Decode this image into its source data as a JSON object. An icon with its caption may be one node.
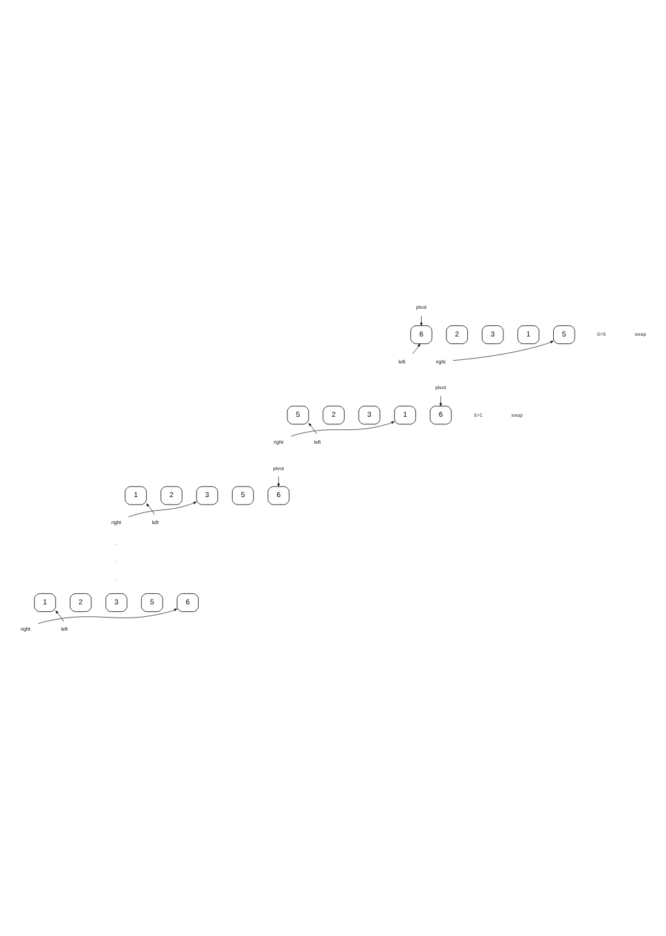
{
  "diagram": {
    "nodes": [
      {
        "text": [
          "pivot"
        ]
      },
      {
        "text": [
          "6"
        ]
      },
      {
        "text": [
          "2"
        ]
      },
      {
        "text": [
          "3"
        ]
      },
      {
        "text": [
          "1"
        ]
      },
      {
        "text": [
          "5"
        ]
      },
      {
        "text": [
          "left"
        ]
      },
      {
        "text": [
          "right"
        ]
      },
      {
        "text": [
          "pivot"
        ]
      },
      {
        "text": [
          "5"
        ]
      },
      {
        "text": [
          "2"
        ]
      },
      {
        "text": [
          "3"
        ]
      },
      {
        "text": [
          "1"
        ]
      },
      {
        "text": [
          "6"
        ]
      },
      {
        "text": [
          "left"
        ]
      },
      {
        "text": [
          "right"
        ]
      },
      {
        "text": [
          "pivot"
        ]
      },
      {
        "text": [
          "1"
        ]
      },
      {
        "text": [
          "2"
        ]
      },
      {
        "text": [
          "3"
        ]
      },
      {
        "text": [
          "5"
        ]
      },
      {
        "text": [
          "6"
        ]
      },
      {
        "text": [
          "left"
        ]
      },
      {
        "text": [
          "right"
        ]
      },
      {
        "text": [
          "1"
        ]
      },
      {
        "text": [
          "2"
        ]
      },
      {
        "text": [
          "3"
        ]
      },
      {
        "text": [
          "5"
        ]
      },
      {
        "text": [
          "6"
        ]
      },
      {
        "text": [
          "left"
        ]
      },
      {
        "text": [
          "right"
        ]
      }
    ],
    "edges": [
      {
        "from": 0,
        "to": 1,
        "arrow": "to"
      },
      {
        "from": 6,
        "to": 1,
        "arrow": "to"
      },
      {
        "from": 7,
        "to": 5,
        "arrow": "to"
      },
      {
        "from": 8,
        "to": 13,
        "arrow": "to"
      },
      {
        "from": 14,
        "to": 9,
        "arrow": "to"
      },
      {
        "from": 15,
        "to": 12,
        "arrow": "to"
      },
      {
        "from": 16,
        "to": 21,
        "arrow": "to"
      },
      {
        "from": 22,
        "to": 17,
        "arrow": "to"
      },
      {
        "from": 23,
        "to": 19,
        "arrow": "to"
      },
      {
        "from": 29,
        "to": 24,
        "arrow": "to"
      },
      {
        "from": 30,
        "to": 28,
        "arrow": "to"
      }
    ],
    "labels": [
      "6>5",
      "swap",
      "6>1",
      "swap",
      "◦",
      "◦",
      "◦"
    ]
  }
}
